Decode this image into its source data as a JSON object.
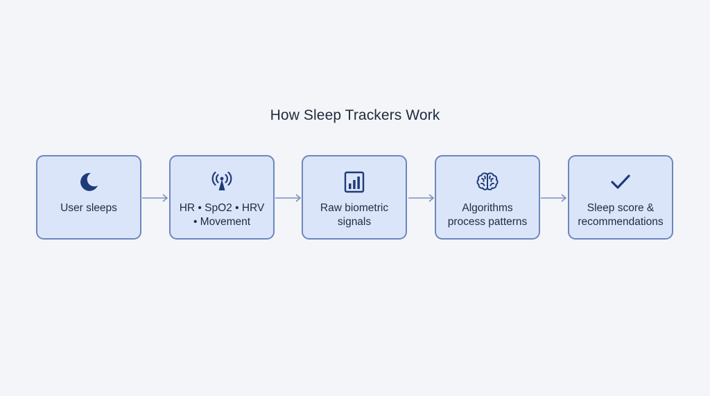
{
  "diagram": {
    "title": "How Sleep Trackers Work",
    "steps": [
      {
        "icon": "moon-icon",
        "label_lines": [
          "User sleeps"
        ]
      },
      {
        "icon": "sensor-icon",
        "label_lines": [
          "HR • SpO2 • HRV",
          "• Movement"
        ]
      },
      {
        "icon": "bar-chart-icon",
        "label_lines": [
          "Raw biometric",
          "signals"
        ]
      },
      {
        "icon": "brain-icon",
        "label_lines": [
          "Algorithms",
          "process patterns"
        ]
      },
      {
        "icon": "checkmark-icon",
        "label_lines": [
          "Sleep score &",
          "recommendations"
        ]
      }
    ]
  },
  "colors": {
    "background": "#f3f5f8",
    "box_fill": "#dbe5fa",
    "box_border": "#6d86bd",
    "icon": "#1f3a78",
    "arrow": "#7b8fbd",
    "text": "#1f2a3c"
  }
}
